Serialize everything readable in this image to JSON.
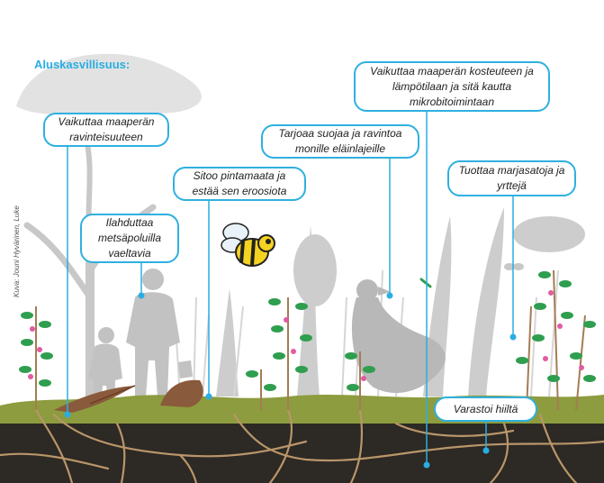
{
  "title": "Aluskasvillisuus:",
  "credit": "Kuva: Jouni Hyvärinen, Luke",
  "colors": {
    "accent": "#29aee2",
    "silhouette": "#c4c4c4",
    "soil": "#2e2a24",
    "moss": "#8a9a3c",
    "leaf": "#2f9e4f",
    "berry": "#e05ca0"
  },
  "callouts": [
    {
      "id": "ravinteisuus",
      "text": "Vaikuttaa maaperän ravinteisuuteen"
    },
    {
      "id": "ilahduttaa",
      "text": "Ilahduttaa metsäpoluilla vaeltavia"
    },
    {
      "id": "pintamaa",
      "text": "Sitoo pintamaata ja estää sen eroosiota"
    },
    {
      "id": "suoja",
      "text": "Tarjoaa suojaa ja ravintoa monille eläinlajeille"
    },
    {
      "id": "kosteus",
      "text": "Vaikuttaa maaperän kosteuteen ja lämpötilaan ja sitä kautta mikrobitoimintaan"
    },
    {
      "id": "marjat",
      "text": "Tuottaa marjasatoja ja yrttejä"
    },
    {
      "id": "hiili",
      "text": "Varastoi hiiltä"
    }
  ]
}
